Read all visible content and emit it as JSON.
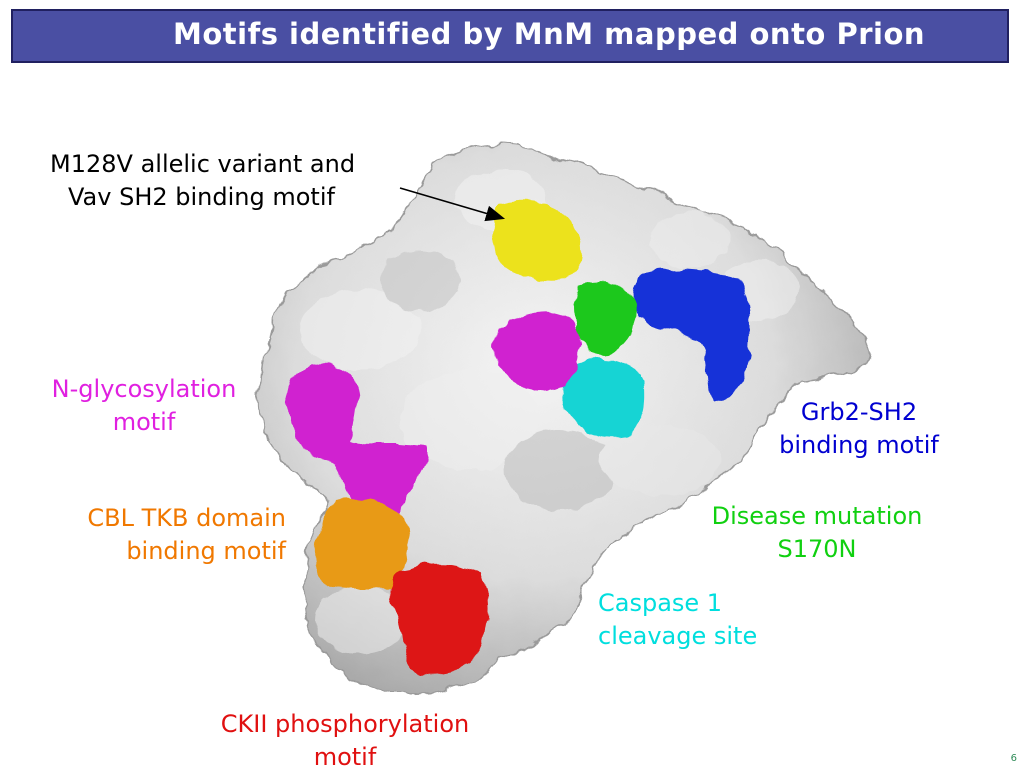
{
  "slide": {
    "title": "Motifs identified by MnM mapped onto Prion",
    "title_bar_color": "#4a4fa3",
    "corner_mark": "6"
  },
  "labels": {
    "m128v": {
      "lines": [
        "M128V allelic variant and",
        "Vav SH2 binding motif"
      ],
      "color": "#000000"
    },
    "nglyco": {
      "lines": [
        "N-glycosylation",
        "motif"
      ],
      "color": "#e020e0"
    },
    "cbl": {
      "lines": [
        "CBL TKB domain",
        "binding motif"
      ],
      "color": "#f07800"
    },
    "grb2": {
      "lines": [
        "Grb2-SH2",
        "binding motif"
      ],
      "color": "#0000d0"
    },
    "disease": {
      "lines": [
        "Disease mutation",
        "S170N"
      ],
      "color": "#10d010"
    },
    "caspase": {
      "lines": [
        "Caspase 1",
        "cleavage site"
      ],
      "color": "#00dede"
    },
    "ckii": {
      "lines": [
        "CKII phosphorylation",
        "motif"
      ],
      "color": "#e01010"
    }
  },
  "regions": {
    "yellow": "#ece21a",
    "green": "#1ec81e",
    "blue": "#1530d8",
    "cyan": "#18d4d4",
    "magenta": "#d024d0",
    "orange": "#e89a18",
    "red": "#dd1414",
    "surface": "#d9d9d9"
  }
}
